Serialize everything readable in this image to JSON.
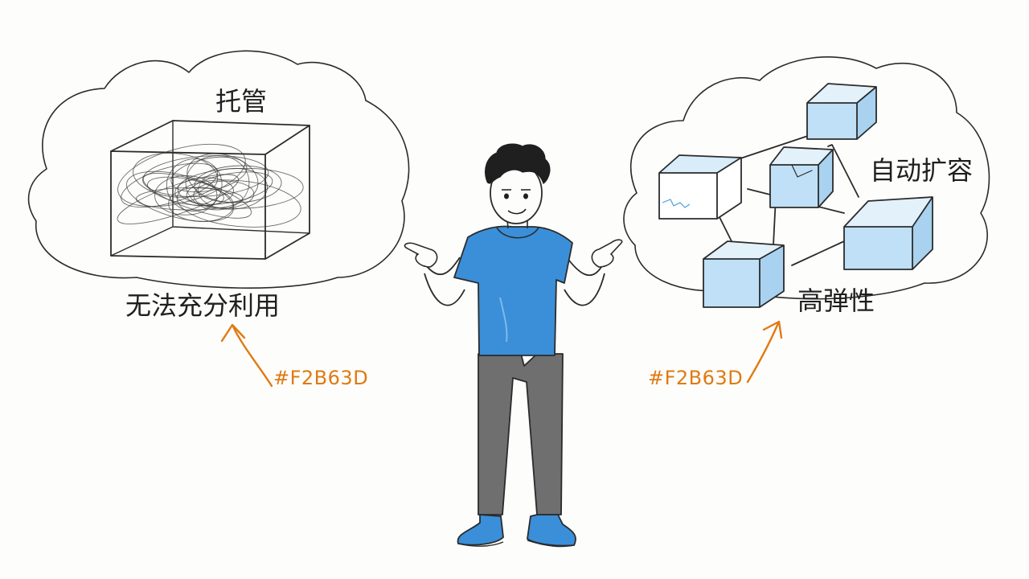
{
  "left_cloud": {
    "title": "托管",
    "caption": "无法充分利用",
    "annotation": "#F2B63D"
  },
  "right_cloud": {
    "title": "自动扩容",
    "caption": "高弹性",
    "annotation": "#F2B63D"
  },
  "colors": {
    "annotation": "#e07a12",
    "cube_fill": "#bfe0f6",
    "shirt": "#3a8fd8",
    "pants": "#6f6f6f",
    "shoes": "#3a8fd8",
    "line": "#2b2b2b"
  }
}
